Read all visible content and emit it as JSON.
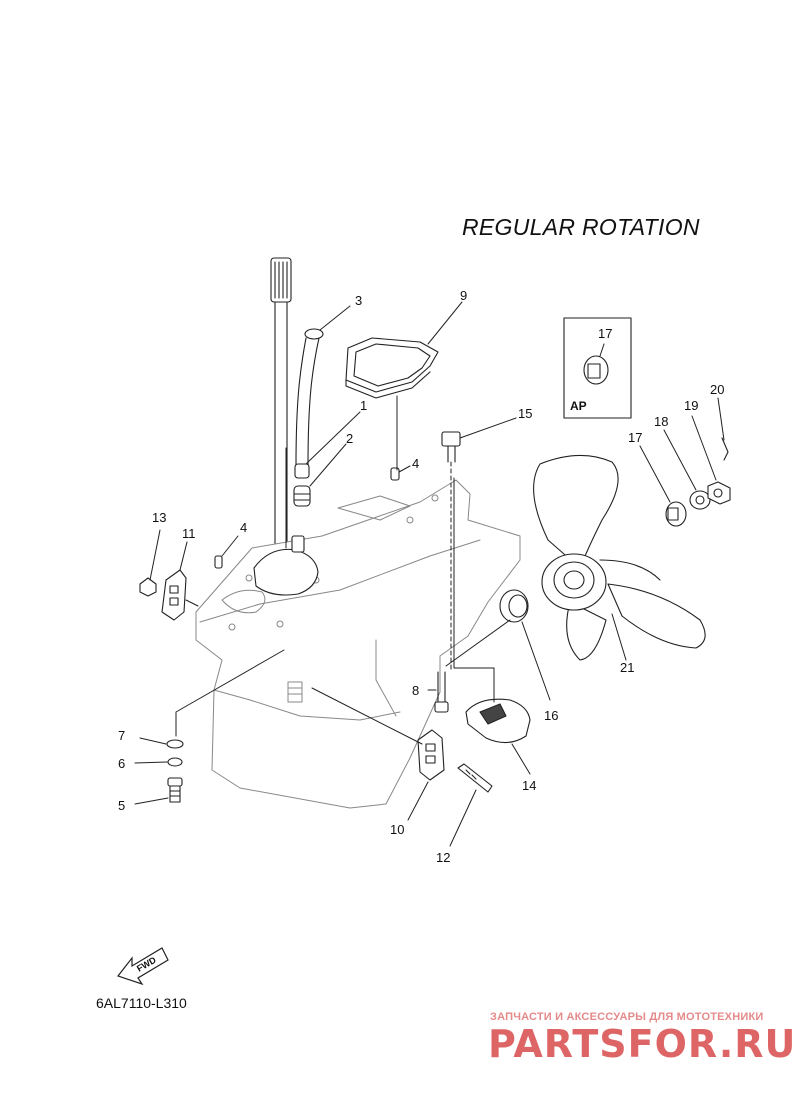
{
  "diagram": {
    "title": "REGULAR ROTATION",
    "code": "6AL7110-L310",
    "inset_label": "AP",
    "fwd_label": "FWD",
    "callouts": [
      "1",
      "2",
      "3",
      "4",
      "4",
      "5",
      "6",
      "7",
      "8",
      "9",
      "10",
      "11",
      "12",
      "13",
      "14",
      "15",
      "16",
      "17",
      "17",
      "18",
      "19",
      "20",
      "21"
    ]
  },
  "watermark": {
    "line1": "ЗАПЧАСТИ И АКСЕССУАРЫ ДЛЯ МОТОТЕХНИКИ",
    "line2": "PARTSFOR.RU",
    "color": "#d94b4b"
  }
}
